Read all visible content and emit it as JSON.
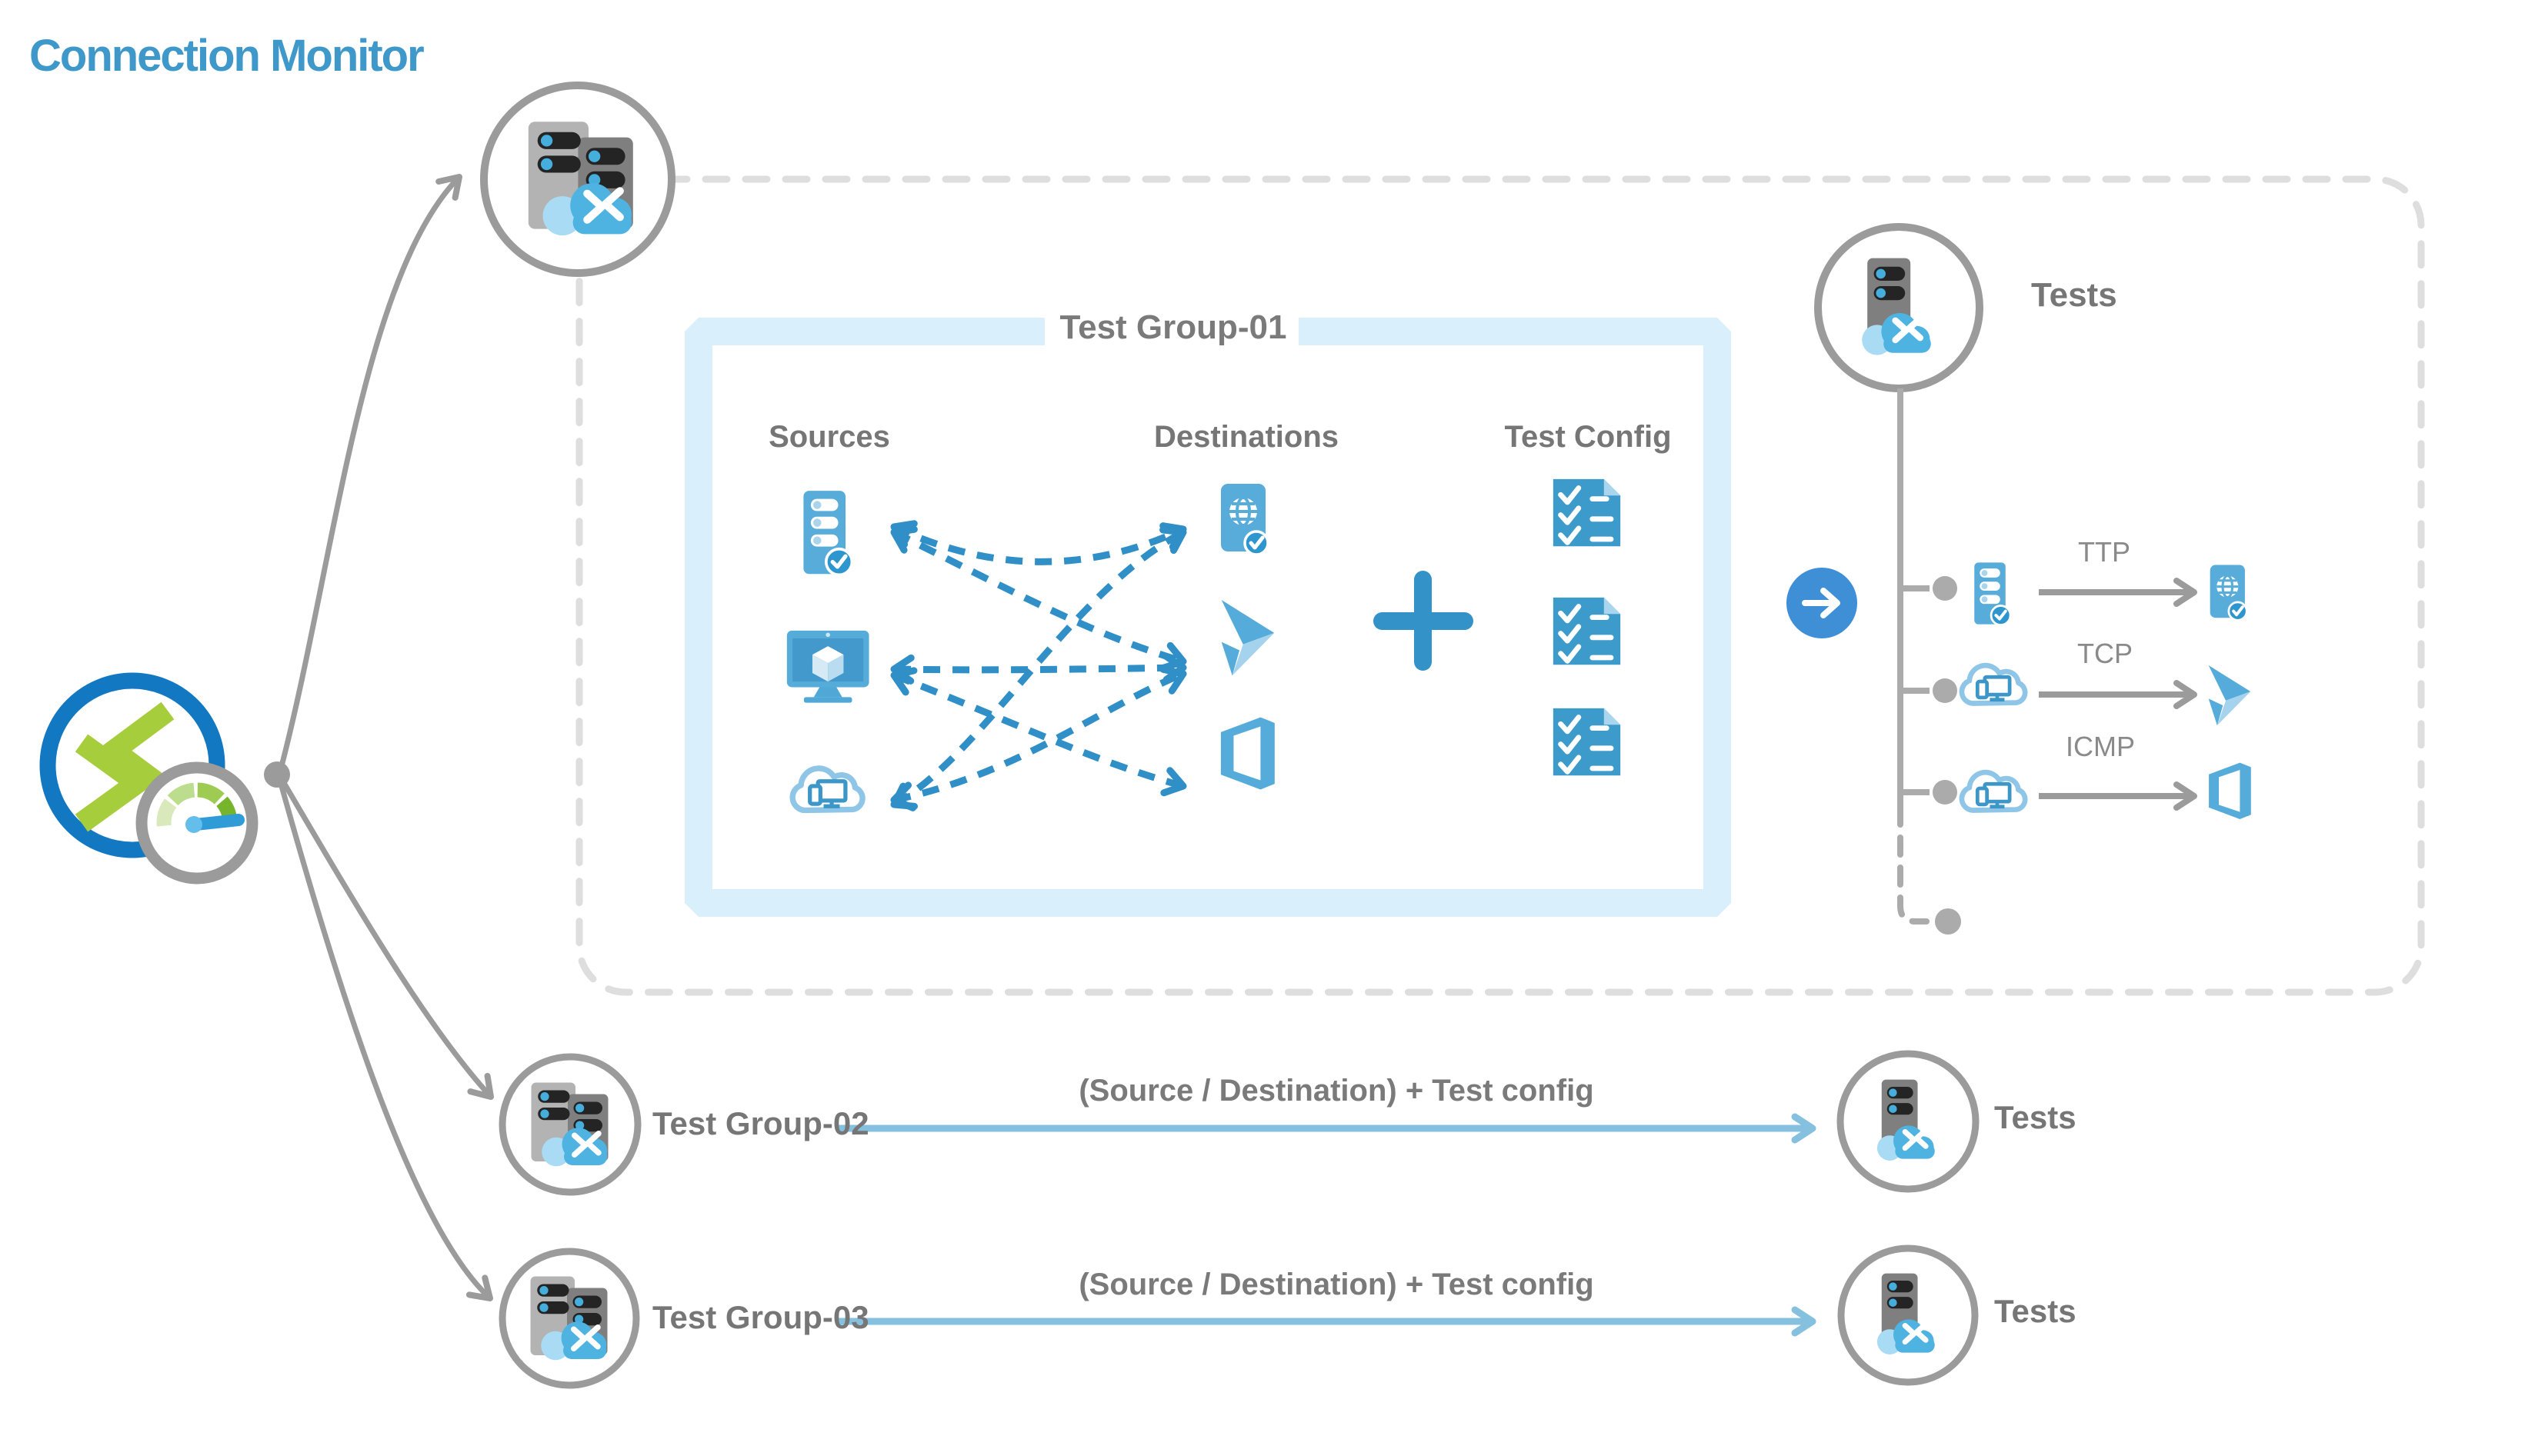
{
  "title": "Connection Monitor",
  "test_group_01": {
    "label": "Test Group-01",
    "columns": {
      "sources": "Sources",
      "destinations": "Destinations",
      "test_config": "Test Config"
    }
  },
  "tests_detail": {
    "label": "Tests",
    "protocols": [
      "TTP",
      "TCP",
      "ICMP"
    ]
  },
  "flows": [
    {
      "group": "Test Group-02",
      "arrow_label": "(Source / Destination) + Test config",
      "target": "Tests"
    },
    {
      "group": "Test Group-03",
      "arrow_label": "(Source / Destination) + Test config",
      "target": "Tests"
    }
  ],
  "colors": {
    "title_blue": "#3E98C9",
    "icon_blue": "#3392C8",
    "panel_light_blue": "#D9F0FC",
    "flow_arrow_blue": "#85C1DF",
    "outline_gray": "#9B9B9B",
    "label_gray": "#767676",
    "chevron_green": "#A6CD3B",
    "ring_blue": "#1278C2"
  },
  "icons": {
    "left_badge": "connection-monitor-gauge-icon",
    "group_node": "dual-server-cloud-icon",
    "tests_node": "server-cloud-icon",
    "source_vm": "vm-server-check-icon",
    "source_azure_vm": "monitor-cube-icon",
    "source_cloud": "cloud-devices-icon",
    "dest_web": "web-app-check-icon",
    "dest_dynamics": "dynamics-365-icon",
    "dest_office": "office-365-icon",
    "config_doc": "checklist-doc-icon",
    "merge": "plus-icon",
    "next": "arrow-right-circle-icon"
  }
}
